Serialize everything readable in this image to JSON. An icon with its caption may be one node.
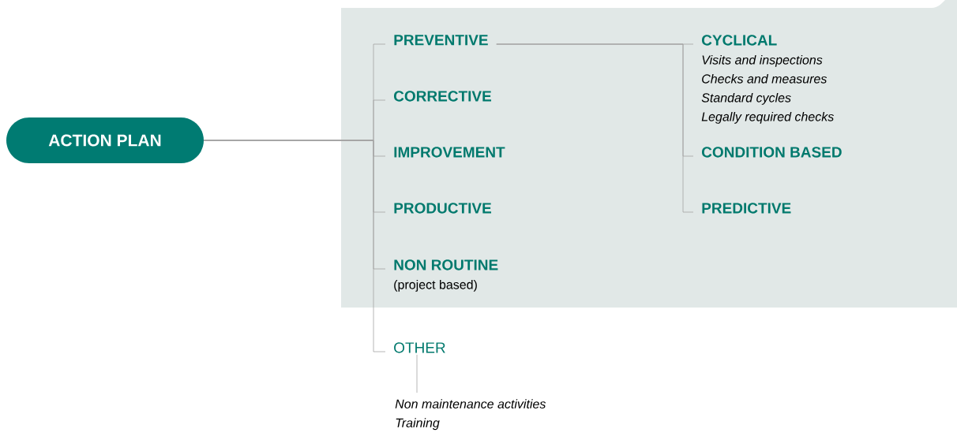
{
  "diagram": {
    "nodes": [
      {
        "text": [
          "ACTION PLAN"
        ]
      },
      {
        "text": [
          "PREVENTIVE"
        ]
      },
      {
        "text": [
          "CORRECTIVE"
        ]
      },
      {
        "text": [
          "IMPROVEMENT"
        ]
      },
      {
        "text": [
          "PRODUCTIVE"
        ]
      },
      {
        "text": [
          "NON ROUTINE",
          "(project based)"
        ]
      },
      {
        "text": [
          "OTHER"
        ]
      },
      {
        "text": [
          "Non maintenance activities",
          "Training"
        ]
      },
      {
        "text": [
          "CYCLICAL",
          "Visits and inspections",
          "Checks and measures",
          "Standard cycles",
          "Legally required checks"
        ]
      },
      {
        "text": [
          "CONDITION BASED"
        ]
      },
      {
        "text": [
          "PREDICTIVE"
        ]
      }
    ],
    "edges": [
      {
        "from": 0,
        "to": 1,
        "arrow": "none"
      },
      {
        "from": 0,
        "to": 2,
        "arrow": "none"
      },
      {
        "from": 0,
        "to": 3,
        "arrow": "none"
      },
      {
        "from": 0,
        "to": 4,
        "arrow": "none"
      },
      {
        "from": 0,
        "to": 5,
        "arrow": "none"
      },
      {
        "from": 0,
        "to": 6,
        "arrow": "none"
      },
      {
        "from": 1,
        "to": 8,
        "arrow": "none"
      },
      {
        "from": 1,
        "to": 9,
        "arrow": "none"
      },
      {
        "from": 1,
        "to": 10,
        "arrow": "none"
      },
      {
        "from": 6,
        "to": 7,
        "arrow": "none"
      }
    ]
  }
}
